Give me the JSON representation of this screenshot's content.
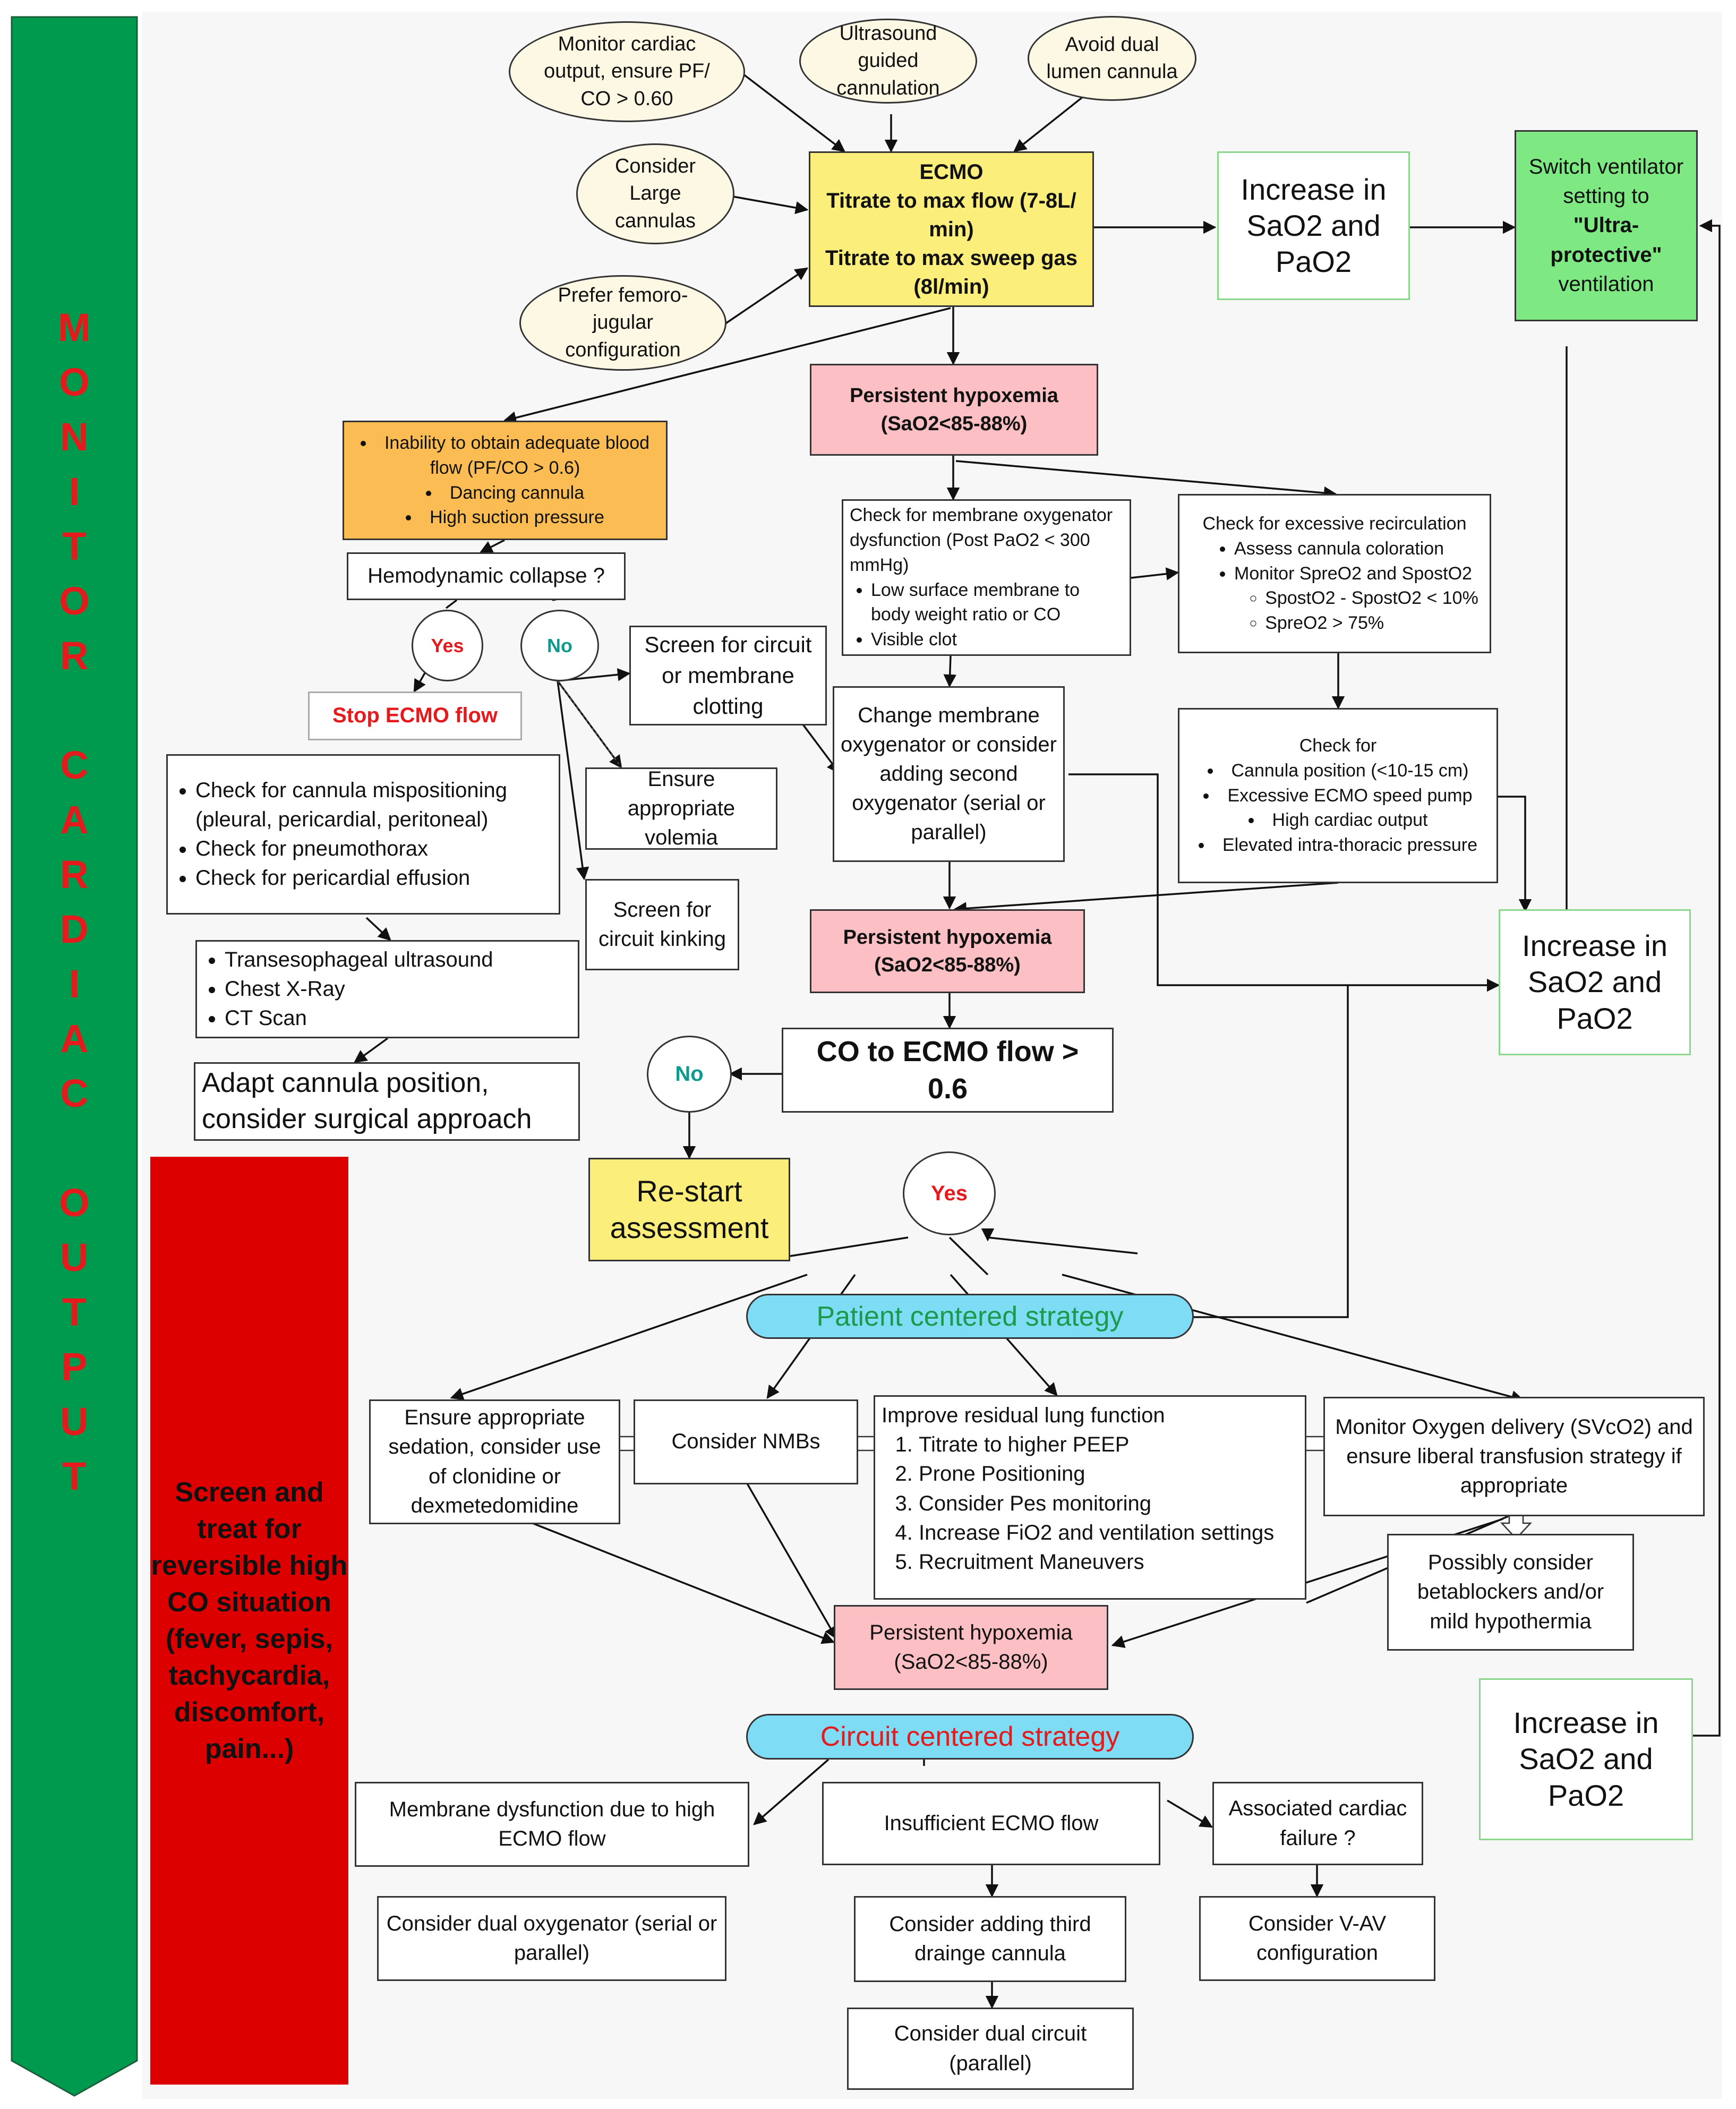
{
  "banner": {
    "text": "MONITOR CARDIAC OUTPUT",
    "letters": [
      "M",
      "O",
      "N",
      "I",
      "T",
      "O",
      "R",
      "",
      "C",
      "A",
      "R",
      "D",
      "I",
      "A",
      "C",
      "",
      "O",
      "U",
      "T",
      "P",
      "U",
      "T"
    ],
    "color": "#009a4e",
    "text_color": "#e41a1c"
  },
  "red_panel": {
    "text": "Screen and treat for reversible high CO situation (fever, sepis, tachycardia, discomfort, pain...)",
    "color": "#dd0000"
  },
  "top_ovals": {
    "monitor_co": "Monitor cardiac output, ensure PF/ CO > 0.60",
    "ultrasound": "Ultrasound guided cannulation",
    "avoid_dual": "Avoid dual lumen cannula",
    "large_cannulas": "Consider Large cannulas",
    "femoro_jugular": "Prefer femoro-jugular configuration"
  },
  "ecmo": {
    "title": "ECMO",
    "flow": "Titrate to max flow (7-8L/ min)",
    "sweep": "Titrate to max sweep gas (8l/min)"
  },
  "increase_1": "Increase in SaO2 and PaO2",
  "increase_2": "Increase in SaO2 and PaO2",
  "increase_3": "Increase in SaO2 and PaO2",
  "switch_vent": {
    "line1": "Switch ventilator setting to",
    "bold": "\"Ultra-protective\"",
    "line2": "ventilation"
  },
  "hypoxemia_1": {
    "title": "Persistent hypoxemia",
    "sub": "(SaO2<85-88%)"
  },
  "hypoxemia_2": {
    "title": "Persistent hypoxemia",
    "sub": "(SaO2<85-88%)"
  },
  "hypoxemia_3": {
    "title": "Persistent hypoxemia",
    "sub": "(SaO2<85-88%)"
  },
  "inability": {
    "items": [
      "Inability to obtain adequate blood flow (PF/CO > 0.6)",
      "Dancing cannula",
      "High suction pressure"
    ]
  },
  "hemodynamic": "Hemodynamic collapse ?",
  "yes_label": "Yes",
  "no_label": "No",
  "stop_ecmo": "Stop ECMO flow",
  "check_cannula": {
    "items": [
      "Check for cannula mispositioning (pleural, pericardial, peritoneal)",
      "Check for pneumothorax",
      "Check for pericardial effusion"
    ]
  },
  "imaging": {
    "items": [
      "Transesophageal ultrasound",
      "Chest X-Ray",
      "CT Scan"
    ]
  },
  "adapt_cannula": "Adapt cannula position, consider surgical approach",
  "screen_clotting": "Screen for circuit or membrane clotting",
  "ensure_volemia": "Ensure appropriate volemia",
  "screen_kinking": "Screen for circuit kinking",
  "membrane_check": {
    "intro": "Check for membrane oxygenator dysfunction (Post PaO2 < 300 mmHg)",
    "items": [
      "Low surface membrane to body weight ratio or CO",
      "Visible clot"
    ]
  },
  "recirculation": {
    "title": "Check for excessive recirculation",
    "items": [
      "Assess cannula coloration",
      "Monitor SpreO2 and SpostO2"
    ],
    "subitems": [
      "SpostO2 - SpostO2 < 10%",
      "SpreO2 > 75%"
    ]
  },
  "change_membrane": "Change membrane oxygenator or consider adding second oxygenator (serial or parallel)",
  "check_for": {
    "title": "Check for",
    "items": [
      "Cannula position (<10-15 cm)",
      "Excessive ECMO speed pump",
      "High cardiac output",
      "Elevated intra-thoracic pressure"
    ]
  },
  "co_ratio": "CO to ECMO flow > 0.6",
  "restart": "Re-start assessment",
  "patient_strategy": "Patient centered strategy",
  "circuit_strategy": "Circuit centered strategy",
  "sedation": "Ensure appropriate sedation, consider use of clonidine or dexmetedomidine",
  "nmbs": "Consider NMBs",
  "lung_function": {
    "title": "Improve residual lung function",
    "items": [
      "Titrate to higher PEEP",
      "Prone Positioning",
      "Consider Pes monitoring",
      "Increase FiO2 and ventilation settings",
      "Recruitment Maneuvers"
    ]
  },
  "oxygen_delivery": "Monitor Oxygen delivery (SVcO2) and ensure liberal transfusion strategy if appropriate",
  "betablockers": "Possibly consider betablockers and/or mild hypothermia",
  "membrane_high_flow": "Membrane dysfunction due to high ECMO flow",
  "insufficient_flow": "Insufficient ECMO flow",
  "cardiac_failure": "Associated cardiac failure ?",
  "dual_oxygenator": "Consider dual oxygenator (serial or parallel)",
  "third_cannula": "Consider adding third drainge cannula",
  "vav": "Consider V-AV configuration",
  "dual_circuit": "Consider dual circuit (parallel)",
  "colors": {
    "yellow": "#fcee7a",
    "pink": "#fcc0c4",
    "orange": "#fbbd53",
    "green": "#7ee882",
    "cyan": "#7fdcf5",
    "oval": "#fdf8e4",
    "yes_red": "#e41a1c",
    "no_teal": "#0e9a8e",
    "green_text": "#1a9a4a",
    "red_text": "#e41a1c"
  }
}
